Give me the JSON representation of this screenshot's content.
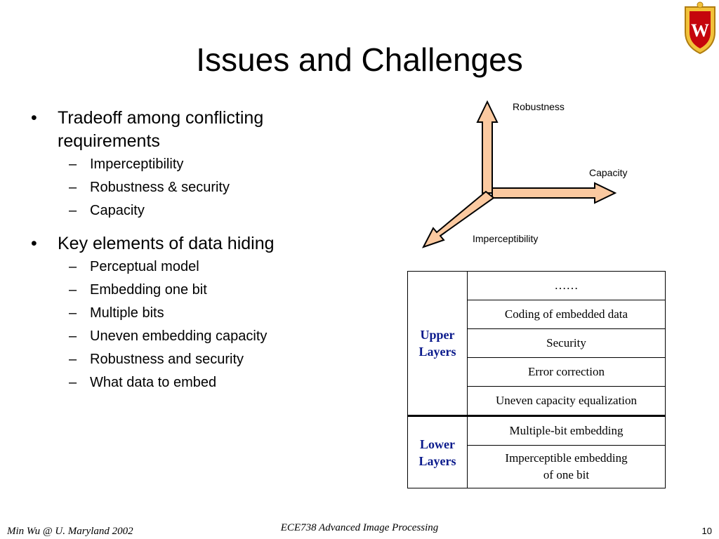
{
  "slide": {
    "title": "Issues and Challenges"
  },
  "bullets": [
    {
      "text": "Tradeoff among conflicting requirements",
      "line1": "Tradeoff among conflicting",
      "line2": "requirements",
      "sub": [
        "Imperceptibility",
        "Robustness & security",
        "Capacity"
      ]
    },
    {
      "text": "Key elements of data hiding",
      "sub": [
        "Perceptual model",
        "Embedding one bit",
        "Multiple bits",
        "Uneven embedding capacity",
        "Robustness and security",
        "What data to embed"
      ]
    }
  ],
  "markers": {
    "bullet": "•",
    "dash": "–"
  },
  "axes": {
    "y_label": "Robustness",
    "x_label": "Capacity",
    "z_label": "Imperceptibility",
    "fill_color": "#fbc9a0",
    "stroke_color": "#000000"
  },
  "layers": {
    "upper_label": "Upper Layers",
    "upper_line1": "Upper",
    "upper_line2": "Layers",
    "lower_label": "Lower Layers",
    "lower_line1": "Lower",
    "lower_line2": "Layers",
    "upper": [
      "……",
      "Coding of embedded data",
      "Security",
      "Error correction",
      "Uneven capacity equalization"
    ],
    "lower": [
      "Multiple-bit embedding",
      "Imperceptible embedding of one bit"
    ],
    "lower_last_line1": "Imperceptible embedding",
    "lower_last_line2": "of one bit",
    "label_color": "#0a1a8c"
  },
  "logo": {
    "letter": "W",
    "name": "uw-crest"
  },
  "footer": {
    "left": "Min Wu @ U. Maryland 2002",
    "center": "ECE738 Advanced Image Processing",
    "page": "10"
  }
}
